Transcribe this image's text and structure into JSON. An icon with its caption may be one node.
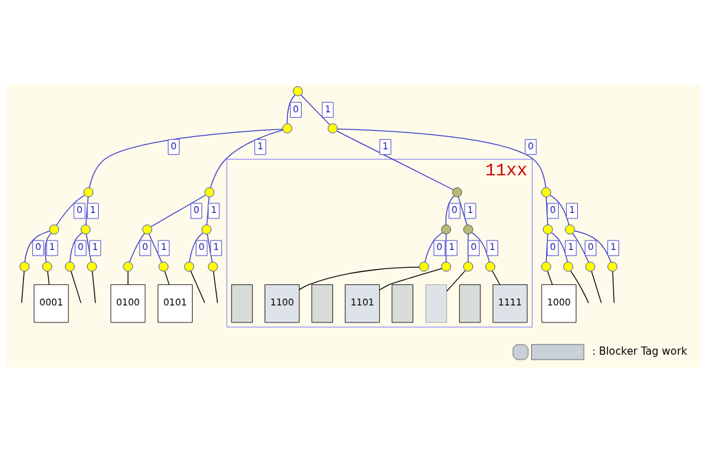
{
  "diagram": {
    "nodes": [
      {
        "text": [],
        "shape": "circle"
      },
      {
        "text": [],
        "shape": "circle"
      },
      {
        "text": [],
        "shape": "circle"
      },
      {
        "text": [],
        "shape": "circle"
      },
      {
        "text": [],
        "shape": "circle"
      },
      {
        "text": [],
        "shape": "circle"
      },
      {
        "text": [
          "11xx"
        ]
      },
      {
        "text": [],
        "shape": "circle",
        "in": 6
      },
      {
        "text": [],
        "shape": "circle"
      },
      {
        "text": [],
        "shape": "circle"
      },
      {
        "text": [],
        "shape": "circle"
      },
      {
        "text": [],
        "shape": "circle"
      },
      {
        "text": [],
        "shape": "circle"
      },
      {
        "text": [],
        "shape": "circle"
      },
      {
        "text": [],
        "shape": "circle",
        "in": 6
      },
      {
        "text": [],
        "shape": "circle",
        "in": 6
      },
      {
        "text": [],
        "shape": "circle"
      },
      {
        "text": [],
        "shape": "circle"
      },
      {
        "text": [],
        "shape": "circle"
      },
      {
        "text": [],
        "shape": "circle"
      },
      {
        "text": [],
        "shape": "circle"
      },
      {
        "text": [],
        "shape": "circle"
      },
      {
        "text": [],
        "shape": "circle"
      },
      {
        "text": [],
        "shape": "circle"
      },
      {
        "text": [],
        "shape": "circle"
      },
      {
        "text": [],
        "shape": "circle"
      },
      {
        "text": [],
        "shape": "circle"
      },
      {
        "text": [],
        "shape": "circle"
      },
      {
        "text": [],
        "shape": "circle",
        "in": 6
      },
      {
        "text": [],
        "shape": "circle",
        "in": 6
      },
      {
        "text": [],
        "shape": "circle",
        "in": 6
      },
      {
        "text": [],
        "shape": "circle",
        "in": 6
      },
      {
        "text": [
          "0001"
        ]
      },
      {
        "text": [
          "0100"
        ]
      },
      {
        "text": [
          "0101"
        ]
      },
      {
        "text": [
          "1000"
        ]
      },
      {
        "text": [],
        "shape": "box",
        "in": 6
      },
      {
        "text": [
          "1100"
        ],
        "in": 6
      },
      {
        "text": [],
        "shape": "box",
        "in": 6
      },
      {
        "text": [
          "1101"
        ],
        "in": 6
      },
      {
        "text": [],
        "shape": "box",
        "in": 6
      },
      {
        "text": [],
        "shape": "box",
        "in": 6
      },
      {
        "text": [],
        "shape": "box",
        "in": 6
      },
      {
        "text": [
          "1111"
        ],
        "in": 6
      }
    ],
    "edges": [
      {
        "from": 0,
        "to": 1,
        "label": "0",
        "arrow": "none"
      },
      {
        "from": 0,
        "to": 2,
        "label": "1",
        "arrow": "none"
      },
      {
        "from": 1,
        "to": 3,
        "label": "0",
        "arrow": "none"
      },
      {
        "from": 1,
        "to": 4,
        "label": "1",
        "arrow": "none"
      },
      {
        "from": 2,
        "to": 5,
        "label": "0",
        "arrow": "none"
      },
      {
        "from": 2,
        "to": 7,
        "label": "1",
        "arrow": "none"
      },
      {
        "from": 3,
        "to": 8,
        "label": "0",
        "arrow": "none"
      },
      {
        "from": 3,
        "to": 9,
        "label": "1",
        "arrow": "none"
      },
      {
        "from": 4,
        "to": 10,
        "label": "0",
        "arrow": "none"
      },
      {
        "from": 4,
        "to": 11,
        "label": "1",
        "arrow": "none"
      },
      {
        "from": 5,
        "to": 12,
        "label": "0",
        "arrow": "none"
      },
      {
        "from": 5,
        "to": 13,
        "label": "1",
        "arrow": "none"
      },
      {
        "from": 7,
        "to": 14,
        "label": "0",
        "arrow": "none"
      },
      {
        "from": 7,
        "to": 15,
        "label": "1",
        "arrow": "none"
      },
      {
        "from": 8,
        "to": 16,
        "label": "0",
        "arrow": "none"
      },
      {
        "from": 8,
        "to": 17,
        "label": "1",
        "arrow": "none"
      },
      {
        "from": 9,
        "to": 18,
        "label": "0",
        "arrow": "none"
      },
      {
        "from": 9,
        "to": 19,
        "label": "1",
        "arrow": "none"
      },
      {
        "from": 10,
        "to": 20,
        "label": "0",
        "arrow": "none"
      },
      {
        "from": 10,
        "to": 21,
        "label": "1",
        "arrow": "none"
      },
      {
        "from": 11,
        "to": 22,
        "label": "0",
        "arrow": "none"
      },
      {
        "from": 11,
        "to": 23,
        "label": "1",
        "arrow": "none"
      },
      {
        "from": 12,
        "to": 24,
        "label": "0",
        "arrow": "none"
      },
      {
        "from": 12,
        "to": 25,
        "label": "1",
        "arrow": "none"
      },
      {
        "from": 13,
        "to": 26,
        "label": "0",
        "arrow": "none"
      },
      {
        "from": 13,
        "to": 27,
        "label": "1",
        "arrow": "none"
      },
      {
        "from": 14,
        "to": 28,
        "label": "0",
        "arrow": "none"
      },
      {
        "from": 14,
        "to": 29,
        "label": "1",
        "arrow": "none"
      },
      {
        "from": 15,
        "to": 30,
        "label": "0",
        "arrow": "none"
      },
      {
        "from": 15,
        "to": 31,
        "label": "1",
        "arrow": "none"
      },
      {
        "from": 16,
        "to": null,
        "arrow": "none",
        "color": "#000000"
      },
      {
        "from": 17,
        "to": 32,
        "arrow": "none",
        "color": "#000000"
      },
      {
        "from": 18,
        "to": null,
        "arrow": "none",
        "color": "#000000"
      },
      {
        "from": 19,
        "to": null,
        "arrow": "none",
        "color": "#000000"
      },
      {
        "from": 20,
        "to": 33,
        "arrow": "none",
        "color": "#000000"
      },
      {
        "from": 21,
        "to": 34,
        "arrow": "none",
        "color": "#000000"
      },
      {
        "from": 22,
        "to": null,
        "arrow": "none",
        "color": "#000000"
      },
      {
        "from": 23,
        "to": null,
        "arrow": "none",
        "color": "#000000"
      },
      {
        "from": 24,
        "to": 35,
        "arrow": "none",
        "color": "#000000"
      },
      {
        "from": 25,
        "to": null,
        "arrow": "none",
        "color": "#000000"
      },
      {
        "from": 26,
        "to": null,
        "arrow": "none",
        "color": "#000000"
      },
      {
        "from": 27,
        "to": null,
        "arrow": "none",
        "color": "#000000"
      },
      {
        "from": 28,
        "to": 37,
        "arrow": "none",
        "color": "#000000"
      },
      {
        "from": 29,
        "to": 39,
        "arrow": "none",
        "color": "#000000"
      },
      {
        "from": 30,
        "to": 41,
        "arrow": "none",
        "color": "#000000"
      },
      {
        "from": 31,
        "to": 43,
        "arrow": "none",
        "color": "#000000"
      }
    ],
    "legend": [
      {
        "text": "：Blocker Tag work"
      }
    ]
  }
}
